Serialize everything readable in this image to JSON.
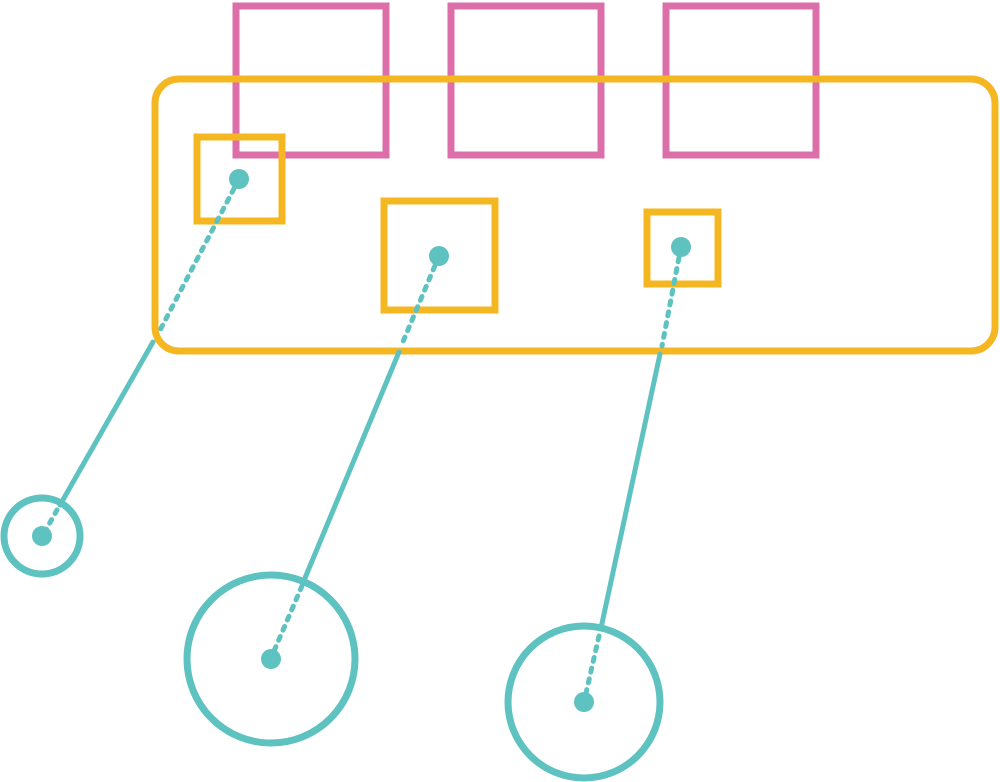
{
  "colors": {
    "background": "#ffffff",
    "pink": "#dc6fa9",
    "yellow": "#f4b722",
    "teal": "#5ec2c0"
  },
  "legend": {
    "shapes": [
      "pink-square",
      "yellow-rounded-rectangle",
      "yellow-square",
      "teal-circle",
      "teal-dot",
      "teal-line",
      "teal-dotted-line"
    ]
  }
}
